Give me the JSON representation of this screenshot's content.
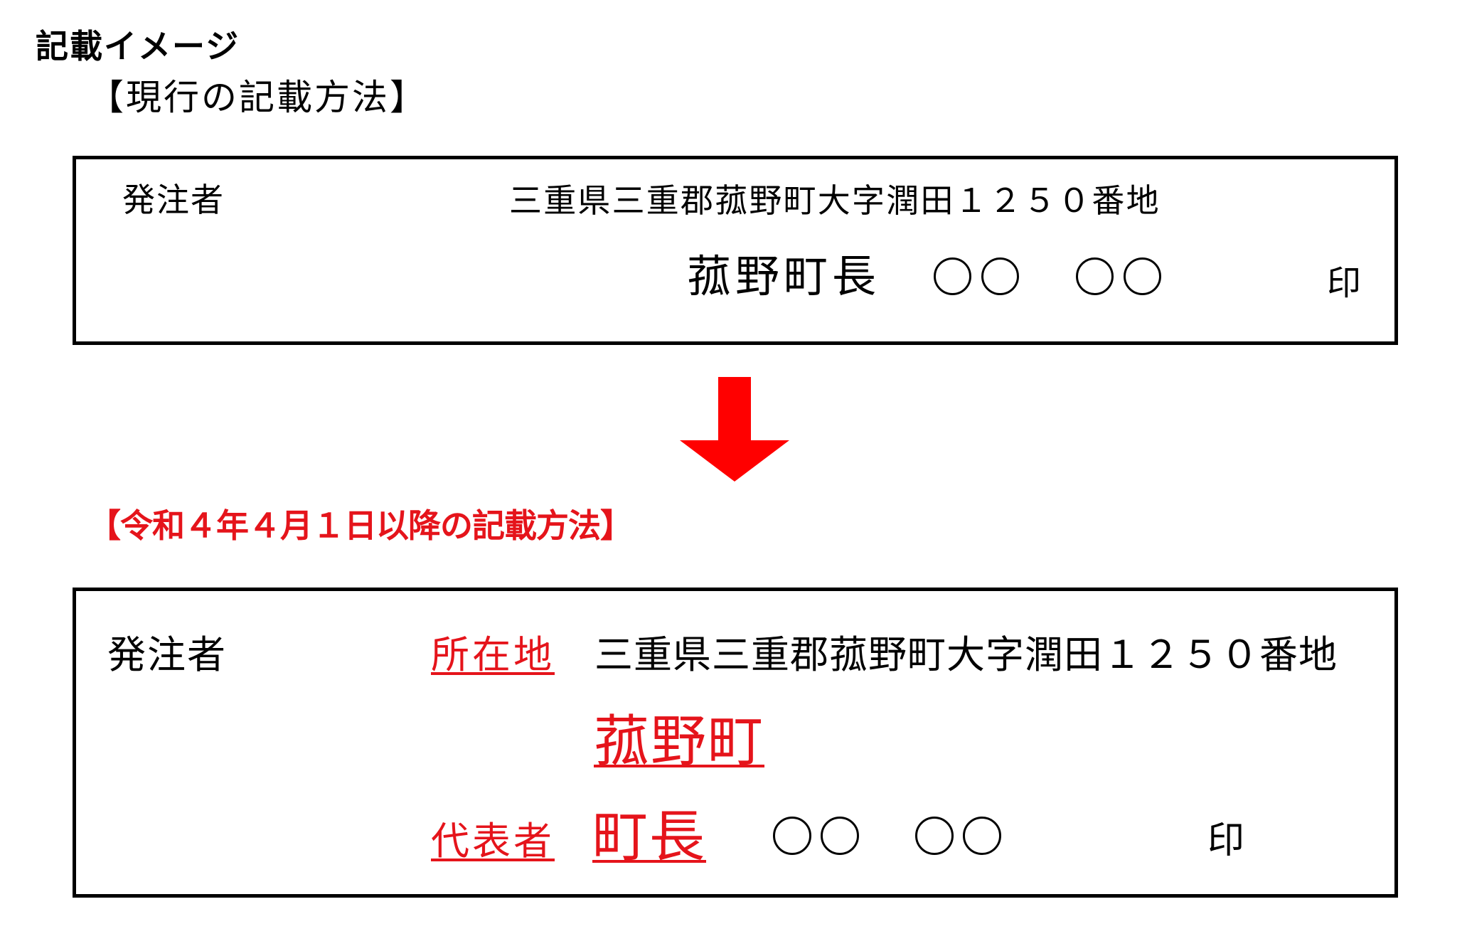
{
  "title": "記載イメージ",
  "current": {
    "heading": "【現行の記載方法】",
    "orderer_label": "発注者",
    "address": "三重県三重郡菰野町大字潤田１２５０番地",
    "representative": "菰野町長",
    "name_placeholder_1": "〇〇",
    "name_placeholder_2": "〇〇",
    "seal": "印"
  },
  "arrow": {
    "icon": "down-arrow-icon",
    "color": "#ff0000"
  },
  "new": {
    "heading": "【令和４年４月１日以降の記載方法】",
    "heading_color": "#e5141b",
    "orderer_label": "発注者",
    "location_label": "所在地",
    "address": "三重県三重郡菰野町大字潤田１２５０番地",
    "municipality": "菰野町",
    "representative_label": "代表者",
    "representative_title": "町長",
    "name_placeholder_1": "〇〇",
    "name_placeholder_2": "〇〇",
    "seal": "印"
  }
}
